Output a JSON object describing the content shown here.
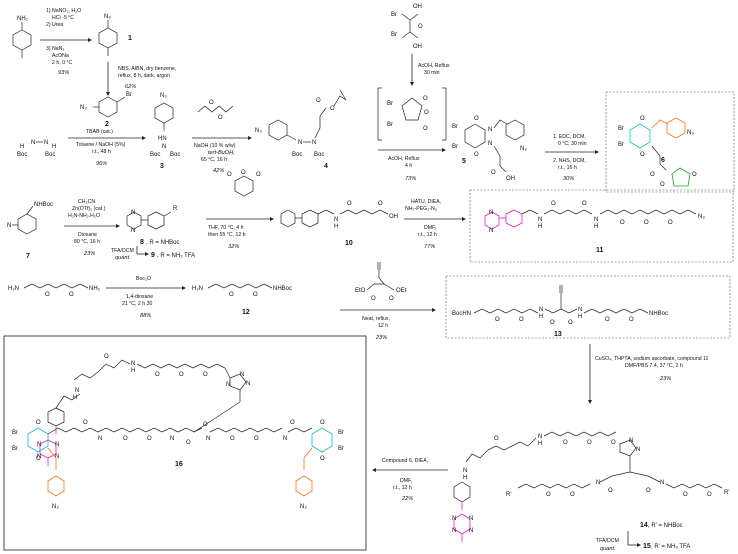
{
  "steps": {
    "s1": [
      "1) NaNO₂, H₂O",
      "HCl -5 °C",
      "2) Urea",
      "3) NaN₃",
      "AcONa",
      "2 h, 0 °C"
    ],
    "s1_yield": "93%",
    "s2": [
      "NBS, AIBN, dry benzene,",
      "reflux, 8 h, dark, argon"
    ],
    "s2_yield": "62%",
    "s3": [
      "TBAB (cat.)",
      "Toluene / NaOH (5%)",
      "r.t., 48 h"
    ],
    "s3_yield": "96%",
    "s4": [
      "NaOH (10 % w/w)",
      "tert-BuOH,",
      "65 °C, 16 h"
    ],
    "s4_yield": "42%",
    "s5a": [
      "AcOH, Reflux",
      "30 min"
    ],
    "s5b": [
      "AcOH, Reflux",
      "4 h"
    ],
    "s5_yield": "73%",
    "s6": [
      "1. EDC, DCM,",
      "0 °C, 30 min",
      "2. NHS, DCM,",
      "r.t., 16 h"
    ],
    "s6_yield": "30%",
    "s7": [
      "CH₃CN",
      "Zn(OTf)₂ (cat.)",
      "H₂N-NH₂.H₂O",
      "Dioxane",
      "80 °C, 16 h"
    ],
    "s7_yield": "23%",
    "s8": [
      "TFA/DCM",
      "quant."
    ],
    "s9": [
      "THF, 70 °C, 4 h",
      "then 55 °C, 12 h"
    ],
    "s9_yield": "32%",
    "s10": [
      "HATU, DIEA,",
      "NH₂-PEG₃-N₃",
      "DMF,",
      "r.t., 12 h"
    ],
    "s10_yield": "77%",
    "s11": [
      "Boc₂O",
      "1,4-dioxane",
      "21 °C, 2 h 30"
    ],
    "s11_yield": "88%",
    "s12": [
      "Neat, reflux,",
      "12 h"
    ],
    "s12_yield": "23%",
    "s13": [
      "CuSO₄, THPTA, sodium ascorbate, compound 11",
      "DMF/PBS 7.4, 37 °C, 2 h"
    ],
    "s13_yield": "23%",
    "s14": [
      "Compound 6, DIEA,",
      "DMF,",
      "r.t., 12 h"
    ],
    "s14_yield": "22%",
    "s15": [
      "TFA/DCM",
      "quant."
    ]
  },
  "labels": {
    "c1": "1",
    "c2": "2",
    "c3": "3",
    "c4": "4",
    "c5": "5",
    "c6": "6",
    "c7": "7",
    "c8": "8",
    "c8r": ", R = NHBoc",
    "c9": "9",
    "c9r": ", R = NH₃ TFA",
    "c10": "10",
    "c11": "11",
    "c12": "12",
    "c13": "13",
    "c14": "14",
    "c14r": ", R' = NHBoc",
    "c15": "15",
    "c15r": ", R' = NH₃ TFA",
    "c16": "16"
  },
  "atoms": {
    "nh2": "NH₂",
    "n3": "N₃",
    "br": "Br",
    "boc": "Boc",
    "o": "O",
    "oh": "OH",
    "n": "N",
    "h": "H",
    "nhboc": "NHBoc",
    "bochn": "BocHN",
    "h2n": "H₂N",
    "eto": "EtO",
    "oet": "OEt",
    "r": "R",
    "rp": "R'",
    "hn": "HN",
    "nc": "N"
  },
  "colors": {
    "tetrazine": "#e020c8",
    "pyridazinedione": "#19b8c4",
    "aryl_azide": "#f07820",
    "nhs": "#1aa81a"
  }
}
